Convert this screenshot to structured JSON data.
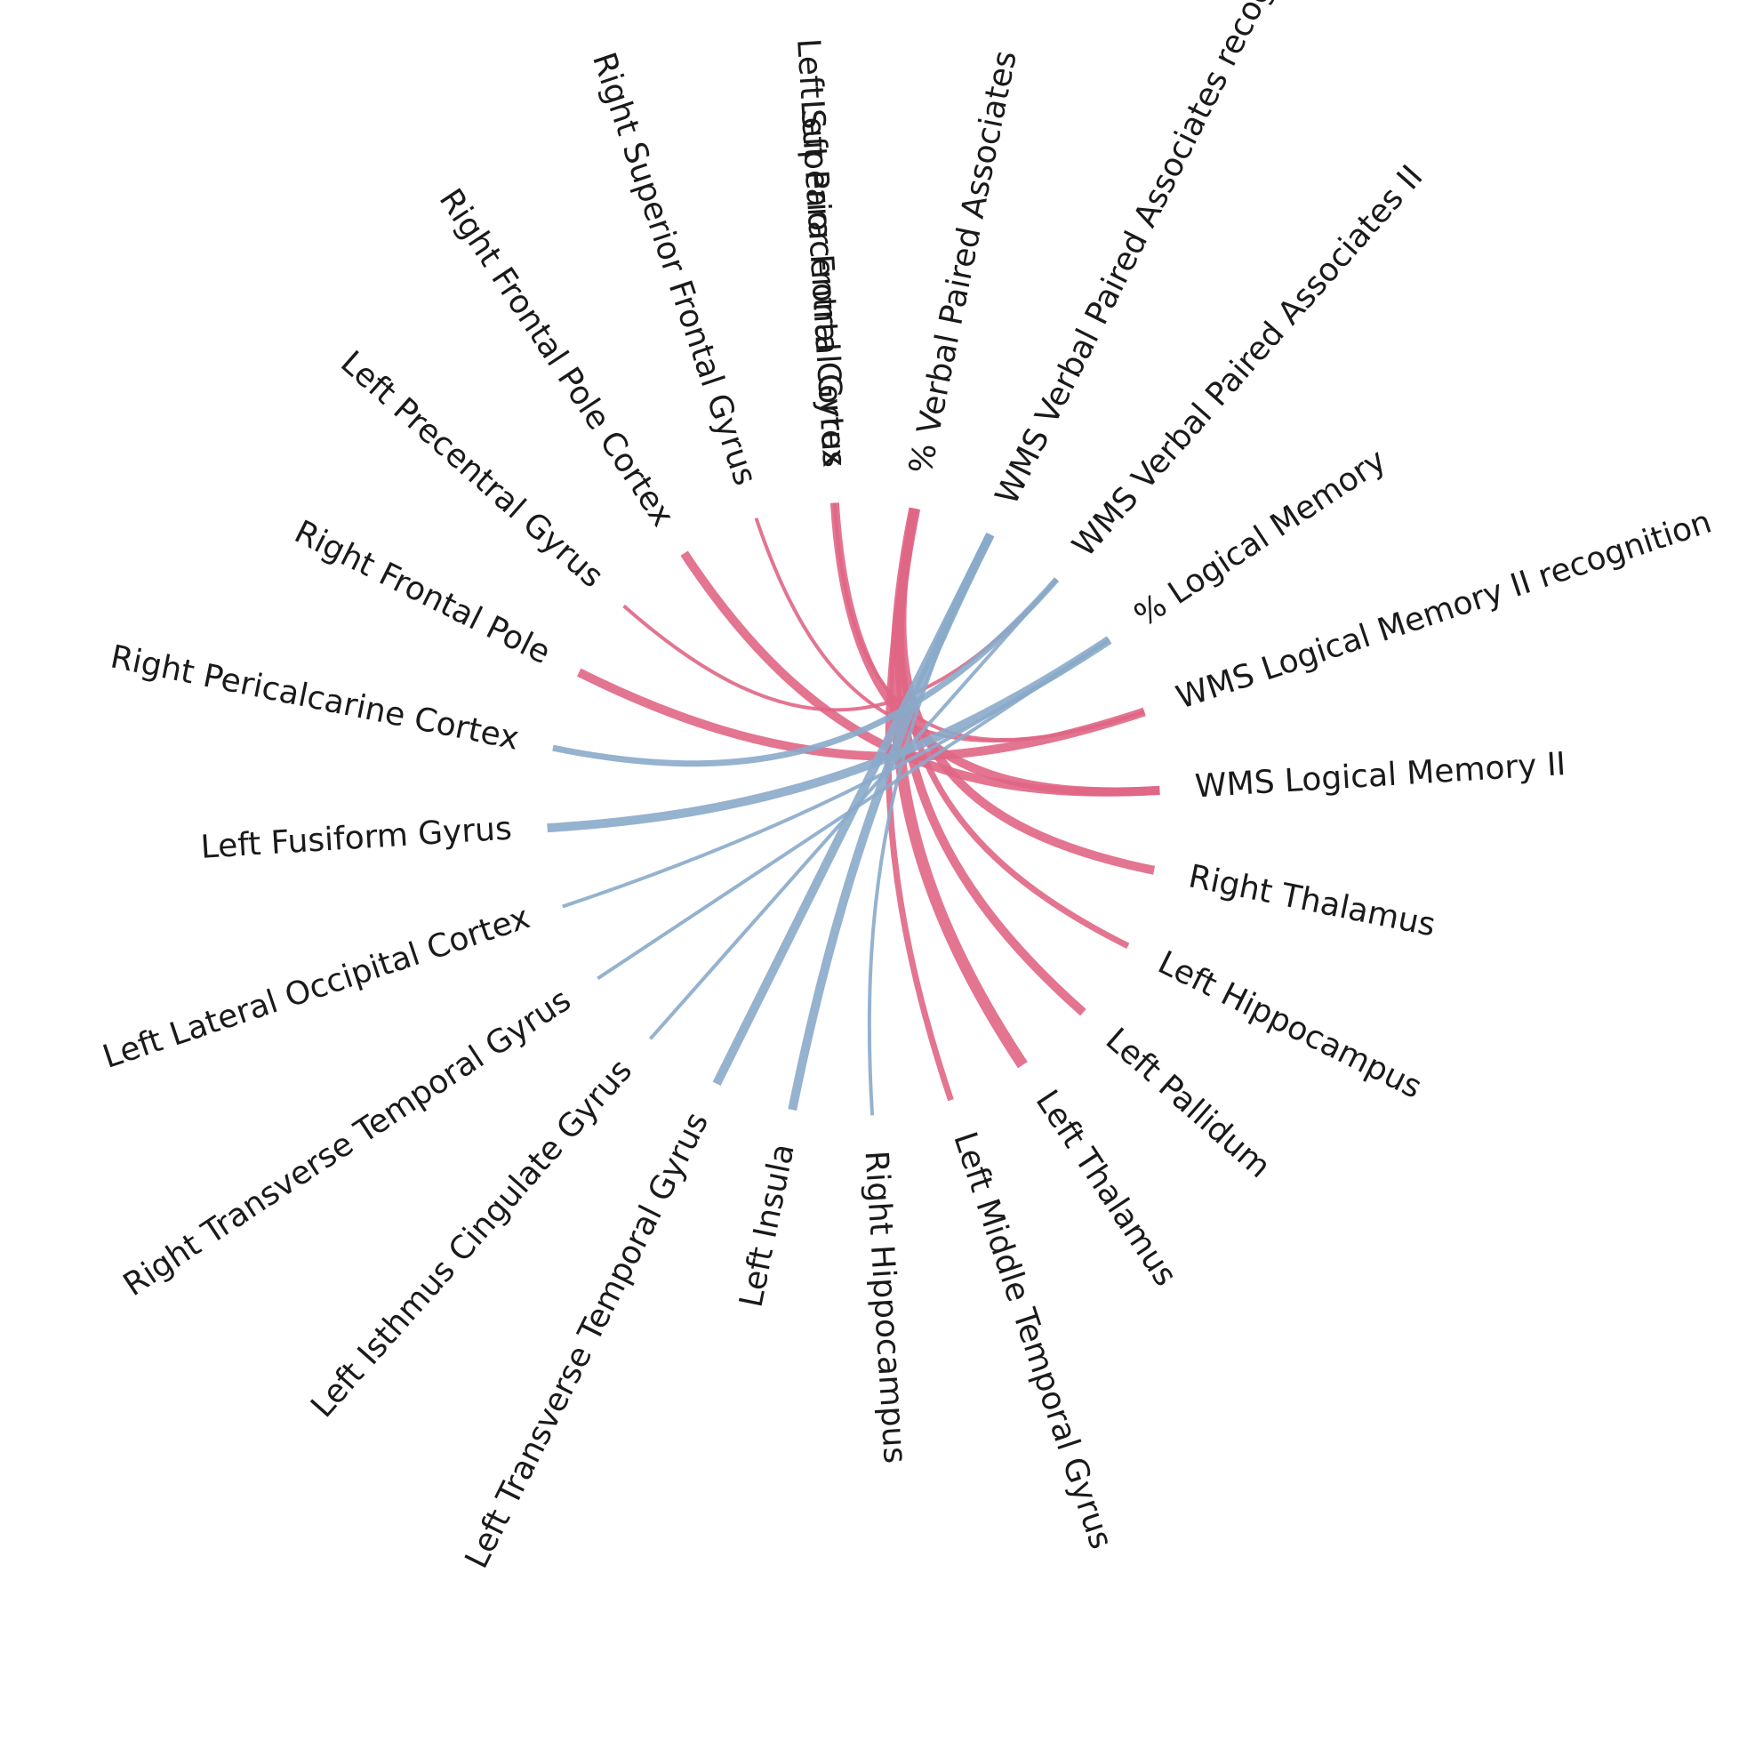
{
  "colors": {
    "positive": "#e06685",
    "negative": "#8aaaca",
    "label": "#1a1a1a"
  },
  "nodes": [
    {
      "id": "lparac",
      "label": "Left Paracentral Cortex"
    },
    {
      "id": "pvpa",
      "label": "% Verbal Paired Associates"
    },
    {
      "id": "wvparec",
      "label": "WMS Verbal Paired Associates recognition"
    },
    {
      "id": "wvpa2",
      "label": "WMS Verbal Paired Associates II"
    },
    {
      "id": "plm",
      "label": "% Logical Memory"
    },
    {
      "id": "wlm2rec",
      "label": "WMS Logical Memory II recognition"
    },
    {
      "id": "wlm2",
      "label": "WMS Logical Memory II"
    },
    {
      "id": "rthal",
      "label": "Right Thalamus"
    },
    {
      "id": "lhipp",
      "label": "Left Hippocampus"
    },
    {
      "id": "lpall",
      "label": "Left Pallidum"
    },
    {
      "id": "lthal",
      "label": "Left Thalamus"
    },
    {
      "id": "lmtg",
      "label": "Left Middle Temporal Gyrus"
    },
    {
      "id": "rhipp",
      "label": "Right Hippocampus"
    },
    {
      "id": "lins",
      "label": "Left Insula"
    },
    {
      "id": "lttg",
      "label": "Left Transverse Temporal Gyrus"
    },
    {
      "id": "licg",
      "label": "Left Isthmus Cingulate Gyrus"
    },
    {
      "id": "rttg",
      "label": "Right Transverse Temporal Gyrus"
    },
    {
      "id": "lloc",
      "label": "Left Lateral Occipital Cortex"
    },
    {
      "id": "lfus",
      "label": "Left Fusiform Gyrus"
    },
    {
      "id": "rperi",
      "label": "Right Pericalcarine Cortex"
    },
    {
      "id": "rfp",
      "label": "Right Frontal Pole"
    },
    {
      "id": "lprec",
      "label": "Left Precentral Gyrus"
    },
    {
      "id": "rfpc",
      "label": "Right Frontal Pole Cortex"
    },
    {
      "id": "rsfg",
      "label": "Right Superior Frontal Gyrus"
    },
    {
      "id": "lsfg",
      "label": "Left Superior Frontal Gyrus"
    }
  ],
  "edges": [
    {
      "source": "lparac",
      "target": "wlm2",
      "sign": "positive",
      "weight": 3
    },
    {
      "source": "pvpa",
      "target": "lthal",
      "sign": "positive",
      "weight": 4
    },
    {
      "source": "pvpa",
      "target": "lpall",
      "sign": "positive",
      "weight": 3
    },
    {
      "source": "pvpa",
      "target": "lmtg",
      "sign": "positive",
      "weight": 2
    },
    {
      "source": "pvpa",
      "target": "rthal",
      "sign": "positive",
      "weight": 3
    },
    {
      "source": "pvpa",
      "target": "lhipp",
      "sign": "positive",
      "weight": 2
    },
    {
      "source": "rfp",
      "target": "wlm2rec",
      "sign": "positive",
      "weight": 3
    },
    {
      "source": "rfpc",
      "target": "wlm2",
      "sign": "positive",
      "weight": 3
    },
    {
      "source": "lprec",
      "target": "wvpa2",
      "sign": "positive",
      "weight": 1
    },
    {
      "source": "rsfg",
      "target": "wlm2rec",
      "sign": "positive",
      "weight": 1
    },
    {
      "source": "lsfg",
      "target": "wlm2rec",
      "sign": "positive",
      "weight": 1
    },
    {
      "source": "wvparec",
      "target": "lins",
      "sign": "negative",
      "weight": 3
    },
    {
      "source": "wvparec",
      "target": "lttg",
      "sign": "negative",
      "weight": 3
    },
    {
      "source": "wvparec",
      "target": "rhipp",
      "sign": "negative",
      "weight": 1
    },
    {
      "source": "wvpa2",
      "target": "rperi",
      "sign": "negative",
      "weight": 2
    },
    {
      "source": "wvpa2",
      "target": "licg",
      "sign": "negative",
      "weight": 1
    },
    {
      "source": "plm",
      "target": "lfus",
      "sign": "negative",
      "weight": 3
    },
    {
      "source": "plm",
      "target": "rttg",
      "sign": "negative",
      "weight": 1
    },
    {
      "source": "plm",
      "target": "lloc",
      "sign": "negative",
      "weight": 1
    }
  ]
}
